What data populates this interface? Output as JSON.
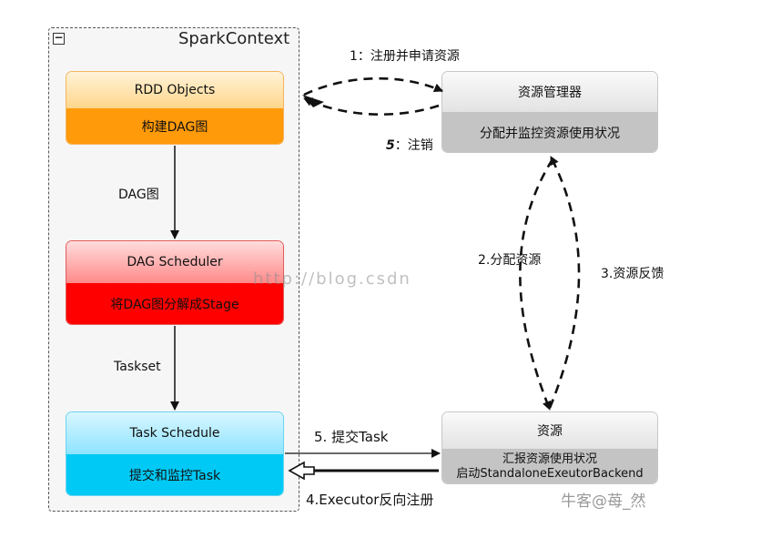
{
  "container": {
    "title": "SparkContext",
    "collapse_symbol": "−"
  },
  "boxes": {
    "rdd": {
      "title": "RDD Objects",
      "subtitle": "构建DAG图"
    },
    "dag_scheduler": {
      "title": "DAG Scheduler",
      "subtitle": "将DAG图分解成Stage"
    },
    "task_schedule": {
      "title": "Task Schedule",
      "subtitle": "提交和监控Task"
    },
    "resource_manager": {
      "title": "资源管理器",
      "subtitle": "分配并监控资源使用状况"
    },
    "resource": {
      "title": "资源",
      "subtitle_line1": "汇报资源使用状况",
      "subtitle_line2": "启动StandaloneExeutorBackend"
    }
  },
  "edges": {
    "register": "1：注册并申请资源",
    "logout_num": "5",
    "logout": "：注销",
    "dag_graph": "DAG图",
    "taskset": "Taskset",
    "allocate": "2.分配资源",
    "feedback": "3.资源反馈",
    "submit_task": "5. 提交Task",
    "executor_register": "4.Executor反向注册"
  },
  "watermarks": {
    "url": "http://blog.csdn",
    "source": "牛客@苺_然"
  },
  "colors": {
    "rdd": "#ff9a0a",
    "dag": "#ff0000",
    "task": "#00c9f5",
    "resource": "#c4c4c4"
  }
}
